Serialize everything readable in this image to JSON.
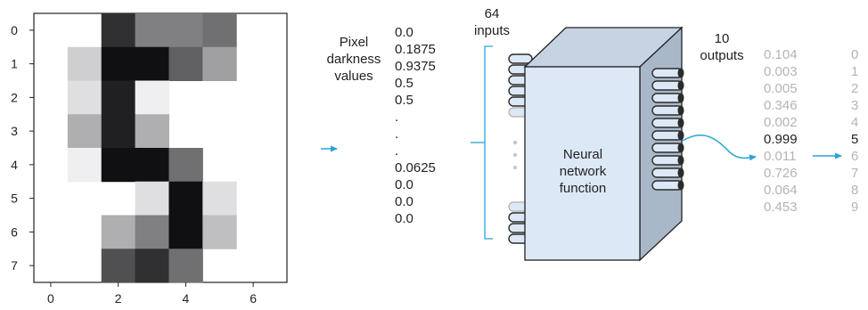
{
  "digit_chart": {
    "x_ticks": [
      "0",
      "2",
      "4",
      "6"
    ],
    "y_ticks": [
      "0",
      "1",
      "2",
      "3",
      "4",
      "5",
      "6",
      "7"
    ],
    "pixels": [
      [
        0,
        0,
        0.8125,
        0.5,
        0.5,
        0.5625,
        0,
        0
      ],
      [
        0,
        0.1875,
        0.9375,
        0.9375,
        0.625,
        0.375,
        0,
        0
      ],
      [
        0,
        0.125,
        0.875,
        0.0625,
        0,
        0,
        0,
        0
      ],
      [
        0,
        0.3125,
        0.875,
        0.3125,
        0,
        0,
        0,
        0
      ],
      [
        0,
        0.0625,
        0.9375,
        0.9375,
        0.5625,
        0,
        0,
        0
      ],
      [
        0,
        0,
        0,
        0.125,
        0.9375,
        0.125,
        0,
        0
      ],
      [
        0,
        0,
        0.3125,
        0.5,
        0.9375,
        0.25,
        0,
        0
      ],
      [
        0,
        0,
        0.6875,
        0.8125,
        0.5625,
        0,
        0,
        0
      ]
    ]
  },
  "labels": {
    "pixel_darkness": [
      "Pixel",
      "darkness",
      "values"
    ],
    "inputs": [
      "64",
      "inputs"
    ],
    "outputs": [
      "10",
      "outputs"
    ],
    "network": [
      "Neural",
      "network",
      "function"
    ]
  },
  "pixel_values": [
    "0.0",
    "0.1875",
    "0.9375",
    "0.5",
    "0.5",
    ".",
    ".",
    ".",
    "0.0625",
    "0.0",
    "0.0",
    "0.0"
  ],
  "output_probs": [
    "0.104",
    "0.003",
    "0.005",
    "0.346",
    "0.002",
    "0.999",
    "0.011",
    "0.726",
    "0.064",
    "0.453"
  ],
  "output_digits": [
    "0",
    "1",
    "2",
    "3",
    "4",
    "5",
    "6",
    "7",
    "8",
    "9"
  ],
  "highlight_index": 5,
  "colors": {
    "arrow": "#2aa3d6",
    "cube_front": "#dce8f5",
    "cube_side": "#a9b8c9",
    "cube_top": "#c6d3e2",
    "faded_text": "#b4b4b4",
    "dark_text": "#222222"
  }
}
